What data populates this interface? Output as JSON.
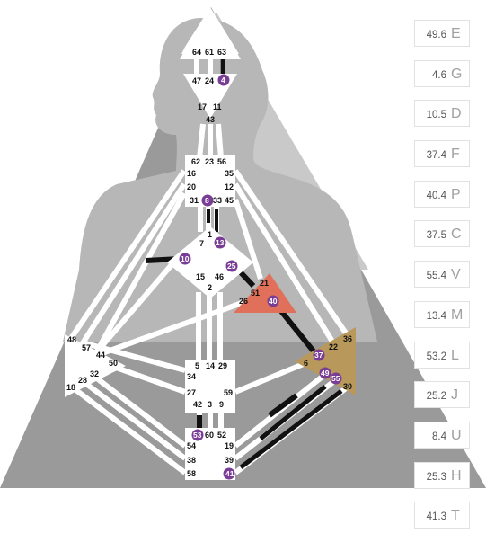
{
  "gates": {
    "head": [
      "64",
      "61",
      "63"
    ],
    "ajna": [
      "47",
      "24",
      "4",
      "17",
      "11",
      "43"
    ],
    "throat": [
      "62",
      "23",
      "56",
      "16",
      "35",
      "20",
      "12",
      "31",
      "8",
      "33",
      "45"
    ],
    "g_center": [
      "1",
      "13",
      "7",
      "10",
      "25",
      "15",
      "46",
      "2"
    ],
    "heart": [
      "21",
      "51",
      "26",
      "40"
    ],
    "spleen": [
      "48",
      "57",
      "44",
      "50",
      "32",
      "28",
      "18"
    ],
    "solar_plexus": [
      "36",
      "22",
      "37",
      "6",
      "49",
      "55",
      "30"
    ],
    "sacral": [
      "5",
      "14",
      "29",
      "34",
      "27",
      "59",
      "42",
      "3",
      "9"
    ],
    "root": [
      "53",
      "60",
      "52",
      "54",
      "19",
      "38",
      "39",
      "58",
      "41"
    ]
  },
  "variables": [
    {
      "value": "49.6",
      "letter": "E"
    },
    {
      "value": "4.6",
      "letter": "G"
    },
    {
      "value": "10.5",
      "letter": "D"
    },
    {
      "value": "37.4",
      "letter": "F"
    },
    {
      "value": "40.4",
      "letter": "P"
    },
    {
      "value": "37.5",
      "letter": "C"
    },
    {
      "value": "55.4",
      "letter": "V"
    },
    {
      "value": "13.4",
      "letter": "M"
    },
    {
      "value": "53.2",
      "letter": "L"
    },
    {
      "value": "25.2",
      "letter": "J"
    },
    {
      "value": "8.4",
      "letter": "U"
    },
    {
      "value": "25.3",
      "letter": "H"
    },
    {
      "value": "41.3",
      "letter": "T"
    }
  ],
  "colors": {
    "background_triangle": "#9a9a9a",
    "inner_shape": "#b4b4b4",
    "silhouette": "#d9d9d9",
    "defined_channel": "#111111",
    "active_gate": "#7a3d96",
    "heart_center": "#e0705a",
    "solar_plexus_center": "#b8995b",
    "open_center": "#ffffff"
  },
  "active_gates": [
    "4",
    "8",
    "13",
    "10",
    "25",
    "40",
    "37",
    "49",
    "55",
    "53",
    "41"
  ],
  "defined_centers": [
    "heart",
    "solar_plexus"
  ]
}
